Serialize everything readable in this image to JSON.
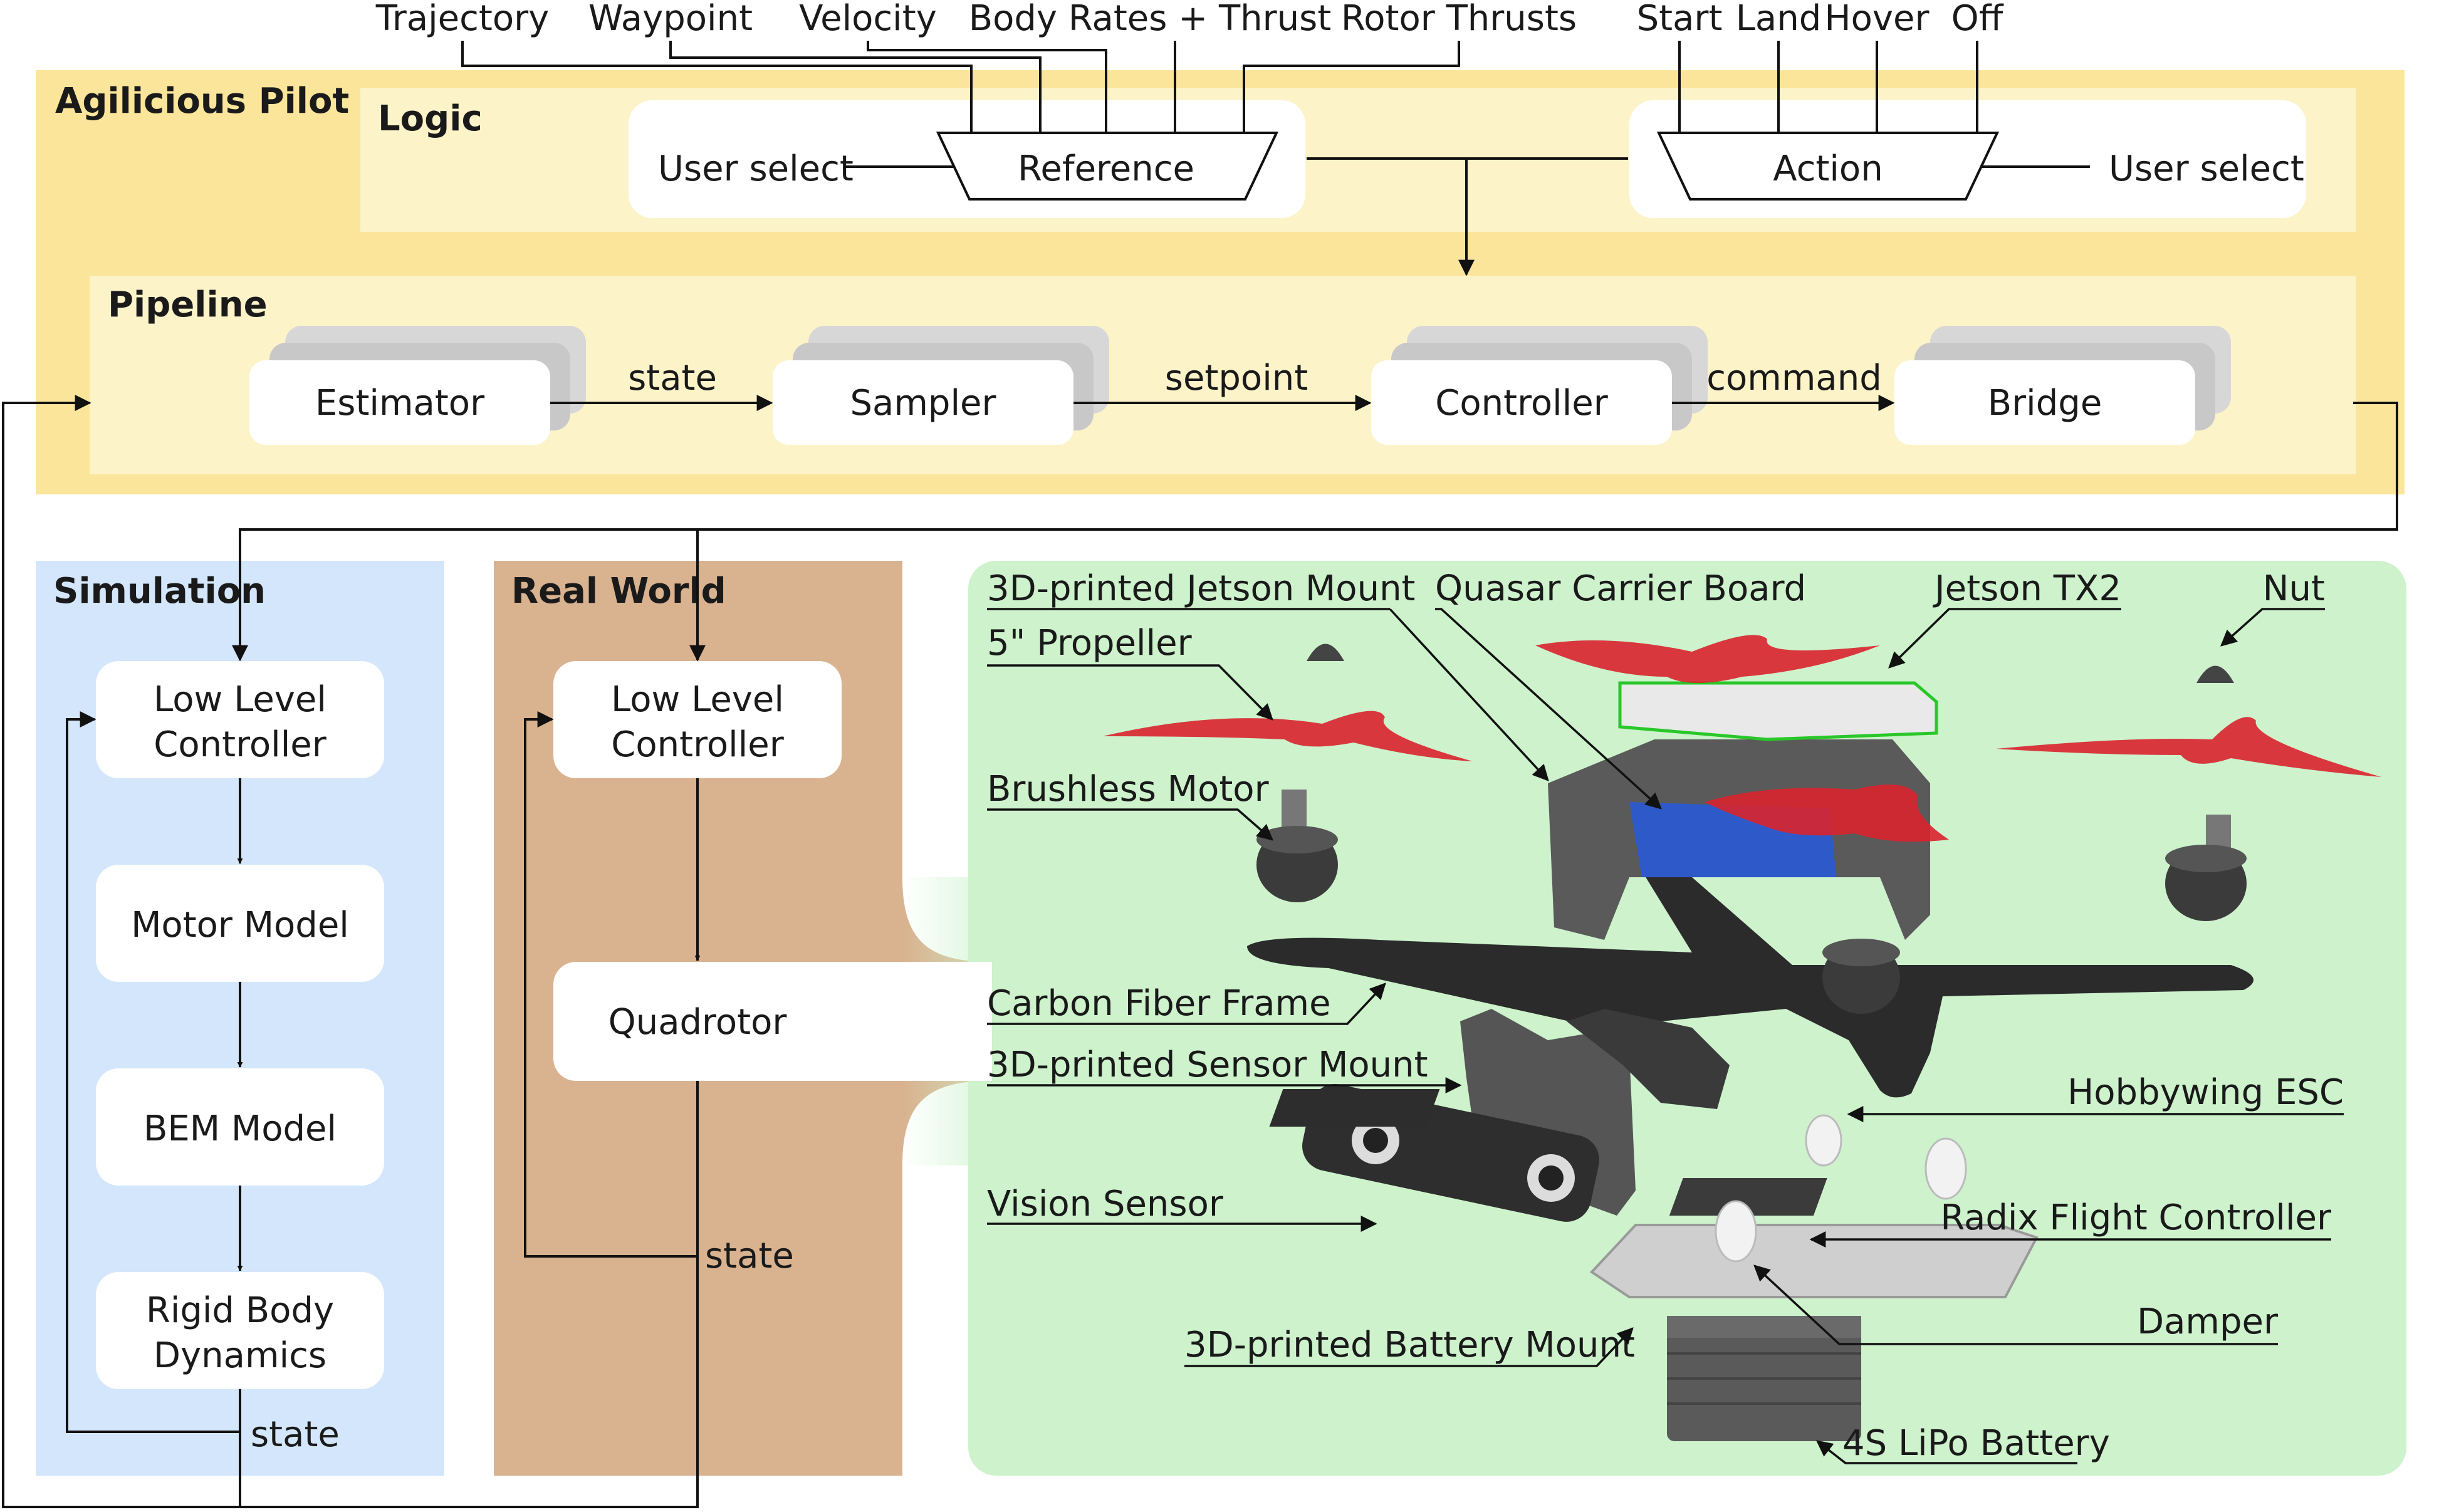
{
  "top_inputs": {
    "trajectory": "Trajectory",
    "waypoint": "Waypoint",
    "velocity": "Velocity",
    "body_rates_thrust": "Body Rates + Thrust",
    "rotor_thrusts": "Rotor Thrusts",
    "start": "Start",
    "land": "Land",
    "hover": "Hover",
    "off": "Off"
  },
  "agilicious_pilot": {
    "title": "Agilicious Pilot",
    "logic": {
      "title": "Logic",
      "user_select_left": "User select",
      "reference": "Reference",
      "action": "Action",
      "user_select_right": "User select"
    },
    "pipeline": {
      "title": "Pipeline",
      "blocks": [
        "Estimator",
        "Sampler",
        "Controller",
        "Bridge"
      ],
      "edges": [
        "state",
        "setpoint",
        "command"
      ]
    }
  },
  "simulation": {
    "title": "Simulation",
    "blocks": [
      "Low Level\nController",
      "Motor Model",
      "BEM Model",
      "Rigid Body\nDynamics"
    ],
    "low_level_line1": "Low Level",
    "low_level_line2": "Controller",
    "motor_model": "Motor Model",
    "bem_model": "BEM Model",
    "rigid_line1": "Rigid Body",
    "rigid_line2": "Dynamics",
    "state_label": "state"
  },
  "real_world": {
    "title": "Real World",
    "low_level_line1": "Low Level",
    "low_level_line2": "Controller",
    "quadrotor": "Quadrotor",
    "state_label": "state"
  },
  "hardware": {
    "labels": {
      "jetson_mount": "3D-printed Jetson Mount",
      "propeller": "5\" Propeller",
      "brushless_motor": "Brushless Motor",
      "quasar_board": "Quasar Carrier Board",
      "jetson_tx2": "Jetson TX2",
      "nut": "Nut",
      "carbon_frame": "Carbon Fiber Frame",
      "sensor_mount": "3D-printed Sensor Mount",
      "hobbywing_esc": "Hobbywing ESC",
      "vision_sensor": "Vision Sensor",
      "radix_fc": "Radix Flight Controller",
      "damper": "Damper",
      "battery_mount": "3D-printed Battery Mount",
      "battery": "4S LiPo Battery"
    }
  },
  "colors": {
    "pilot_bg": "#fbe59a",
    "logic_bg": "#fdf3c9",
    "simulation_bg": "#d3e6fb",
    "real_world_bg": "#d9b28f",
    "hardware_bg": "#cdf2cc",
    "block_shadow": "#cfcfcf",
    "propeller": "#d9232d",
    "frame": "#2b2b2b"
  }
}
